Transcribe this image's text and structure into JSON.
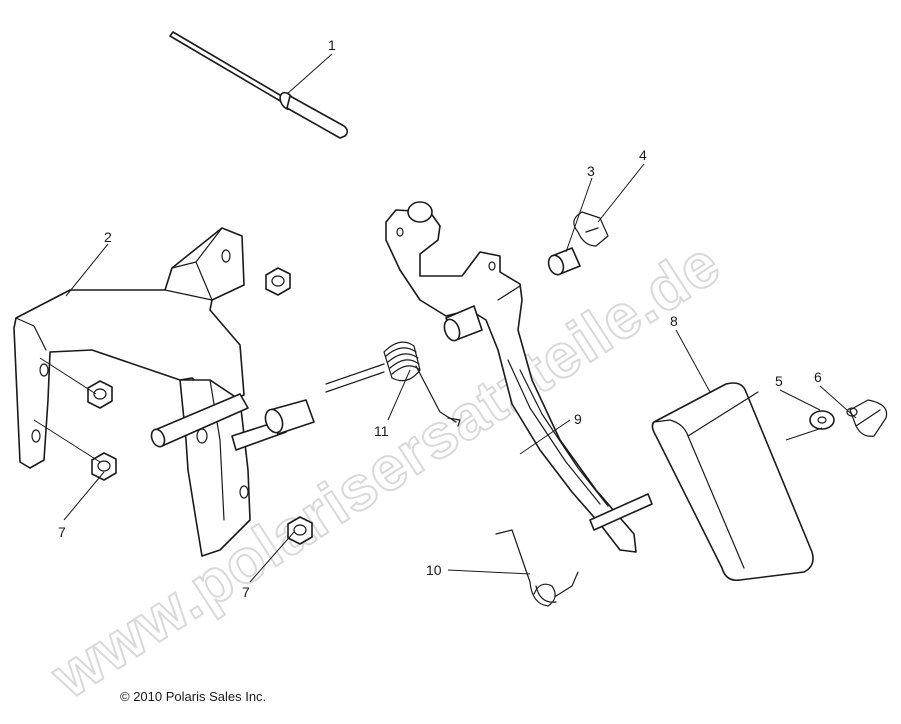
{
  "watermark": "www.polarisersatzteile.de",
  "copyright": "© 2010 Polaris Sales Inc.",
  "callouts": [
    {
      "id": "1",
      "label": "1"
    },
    {
      "id": "2",
      "label": "2"
    },
    {
      "id": "3",
      "label": "3"
    },
    {
      "id": "4",
      "label": "4"
    },
    {
      "id": "5",
      "label": "5"
    },
    {
      "id": "6",
      "label": "6"
    },
    {
      "id": "7a",
      "label": "7"
    },
    {
      "id": "7b",
      "label": "7"
    },
    {
      "id": "8",
      "label": "8"
    },
    {
      "id": "9",
      "label": "9"
    },
    {
      "id": "10",
      "label": "10"
    },
    {
      "id": "11",
      "label": "11"
    }
  ]
}
